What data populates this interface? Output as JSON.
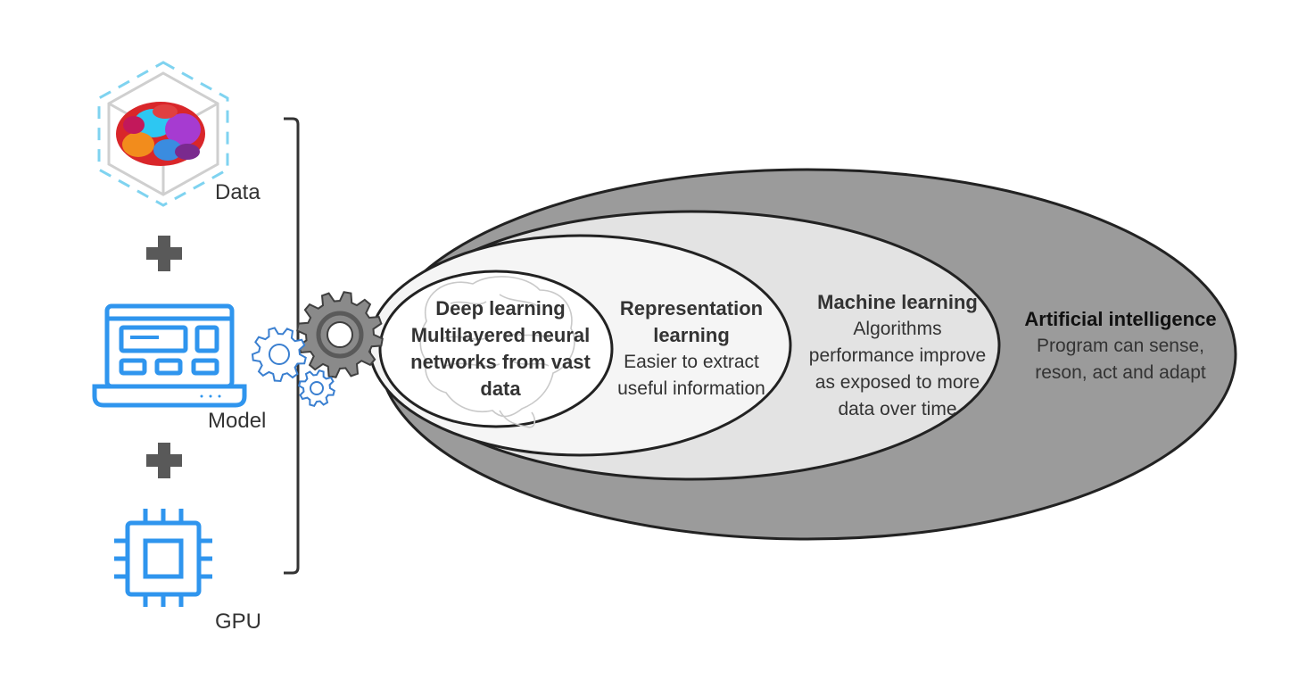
{
  "inputs": {
    "data_label": "Data",
    "model_label": "Model",
    "gpu_label": "GPU",
    "data_icon": "brain-cube-icon",
    "model_icon": "laptop-dashboard-icon",
    "gpu_icon": "chip-icon",
    "plus_icon": "plus-icon",
    "gear_icon": "gear-icon"
  },
  "nested_sets": [
    {
      "title": "Artificial intelligence",
      "description_lines": [
        "Program can sense,",
        "reson, act and adapt"
      ],
      "fill": "#9b9b9b"
    },
    {
      "title": "Machine learning",
      "description_lines": [
        "Algorithms",
        "performance improve",
        "as exposed to more",
        "data over time"
      ],
      "fill": "#e3e3e3"
    },
    {
      "title": "Representation learning",
      "title_lines": [
        "Representation",
        "learning"
      ],
      "description_lines": [
        "Easier to extract",
        "useful information"
      ],
      "fill": "#f5f5f5"
    },
    {
      "title": "Deep learning",
      "title_lines": [
        "Deep learning",
        "Multilayered neural",
        "networks from vast",
        "data"
      ],
      "fill": "#ffffff"
    }
  ],
  "colors": {
    "icon_blue": "#2f95ee",
    "plus_gray": "#595959",
    "outline": "#222222"
  }
}
